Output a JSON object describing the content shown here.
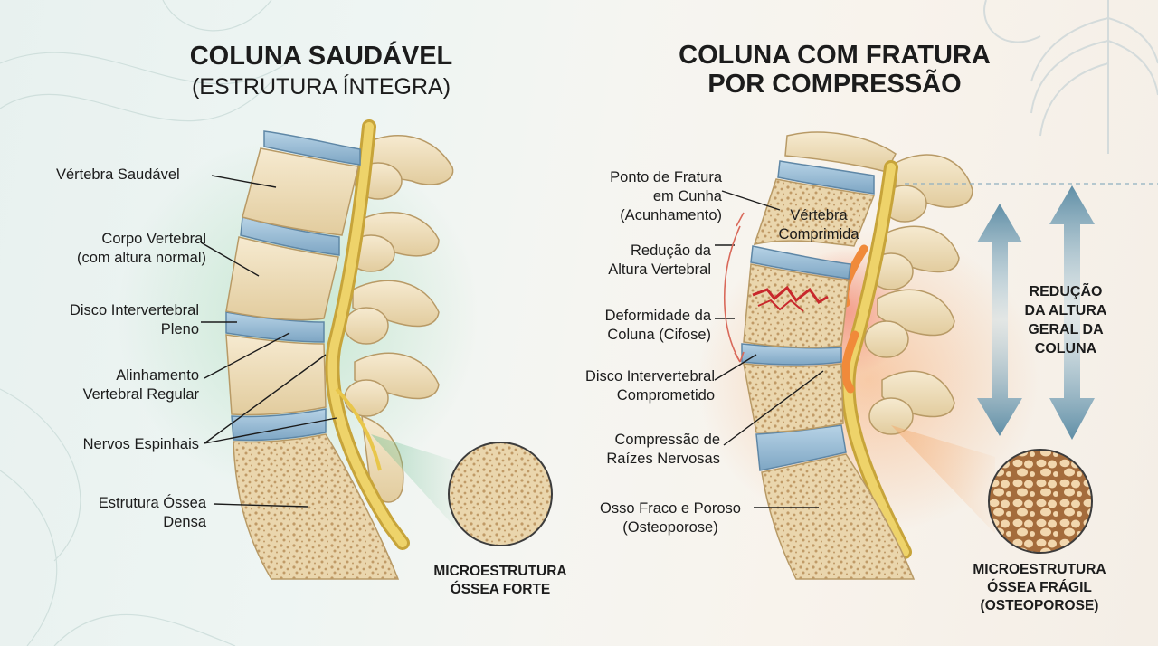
{
  "left": {
    "title": "COLUNA SAUDÁVEL",
    "subtitle": "(ESTRUTURA ÍNTEGRA)",
    "labels": {
      "healthy_vertebra": "Vértebra Saudável",
      "vertebral_body": [
        "Corpo Vertebral",
        "(com altura normal)"
      ],
      "full_disc": [
        "Disco Intervertebral",
        "Pleno"
      ],
      "alignment": [
        "Alinhamento",
        "Vertebral Regular"
      ],
      "spinal_nerves": "Nervos Espinhais",
      "dense_bone": [
        "Estrutura Óssea",
        "Densa"
      ]
    },
    "micro_caption": [
      "MICROESTRUTURA",
      "ÓSSEA FORTE"
    ]
  },
  "right": {
    "title": [
      "COLUNA COM FRATURA",
      "POR COMPRESSÃO"
    ],
    "labels": {
      "fracture_point": [
        "Ponto de Fratura",
        "em Cunha",
        "(Acunhamento)"
      ],
      "compressed_vertebra": [
        "Vértebra",
        "Comprimida"
      ],
      "height_reduction": [
        "Redução da",
        "Altura Vertebral"
      ],
      "deformity": [
        "Deformidade da",
        "Coluna (Cifose)"
      ],
      "compromised_disc": [
        "Disco Intervertebral",
        "Comprometido"
      ],
      "nerve_compression": [
        "Compressão de",
        "Raízes Nervosas"
      ],
      "weak_bone": [
        "Osso Fraco e Poroso",
        "(Osteoporose)"
      ]
    },
    "overall_reduction": [
      "REDUÇÃO",
      "DA ALTURA",
      "GERAL DA",
      "COLUNA"
    ],
    "micro_caption": [
      "MICROESTRUTURA",
      "ÓSSEA FRÁGIL",
      "(OSTEOPOROSE)"
    ]
  },
  "colors": {
    "bone": "#efe0bf",
    "bone_shade": "#d9c291",
    "disc": "#9bbdd6",
    "nerve": "#e9c84c",
    "fracture": "#c8282c",
    "arrow": "#6d9bb2"
  }
}
